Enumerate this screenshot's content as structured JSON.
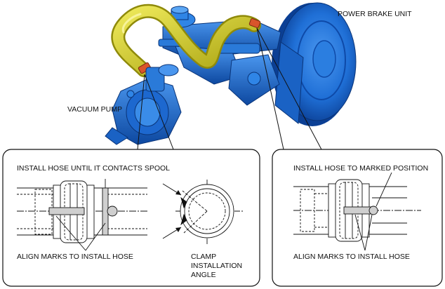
{
  "labels": {
    "power_brake_unit": "POWER BRAKE UNIT",
    "vacuum_pump": "VACUUM PUMP",
    "left_top": "INSTALL HOSE UNTIL IT CONTACTS SPOOL",
    "left_bottom": "ALIGN MARKS TO INSTALL HOSE",
    "clamp_line1": "CLAMP",
    "clamp_line2": "INSTALLATION",
    "clamp_line3": "ANGLE",
    "right_top": "INSTALL HOSE TO MARKED POSITION",
    "right_bottom": "ALIGN MARKS TO INSTALL HOSE"
  },
  "colors": {
    "part_blue": "#1f6fd6",
    "part_blue_dark": "#0b3f94",
    "hose_yellow": "#d8d21a",
    "hose_yellow_dark": "#8f8a0a",
    "clamp_red": "#d9542b",
    "line": "#111111"
  }
}
